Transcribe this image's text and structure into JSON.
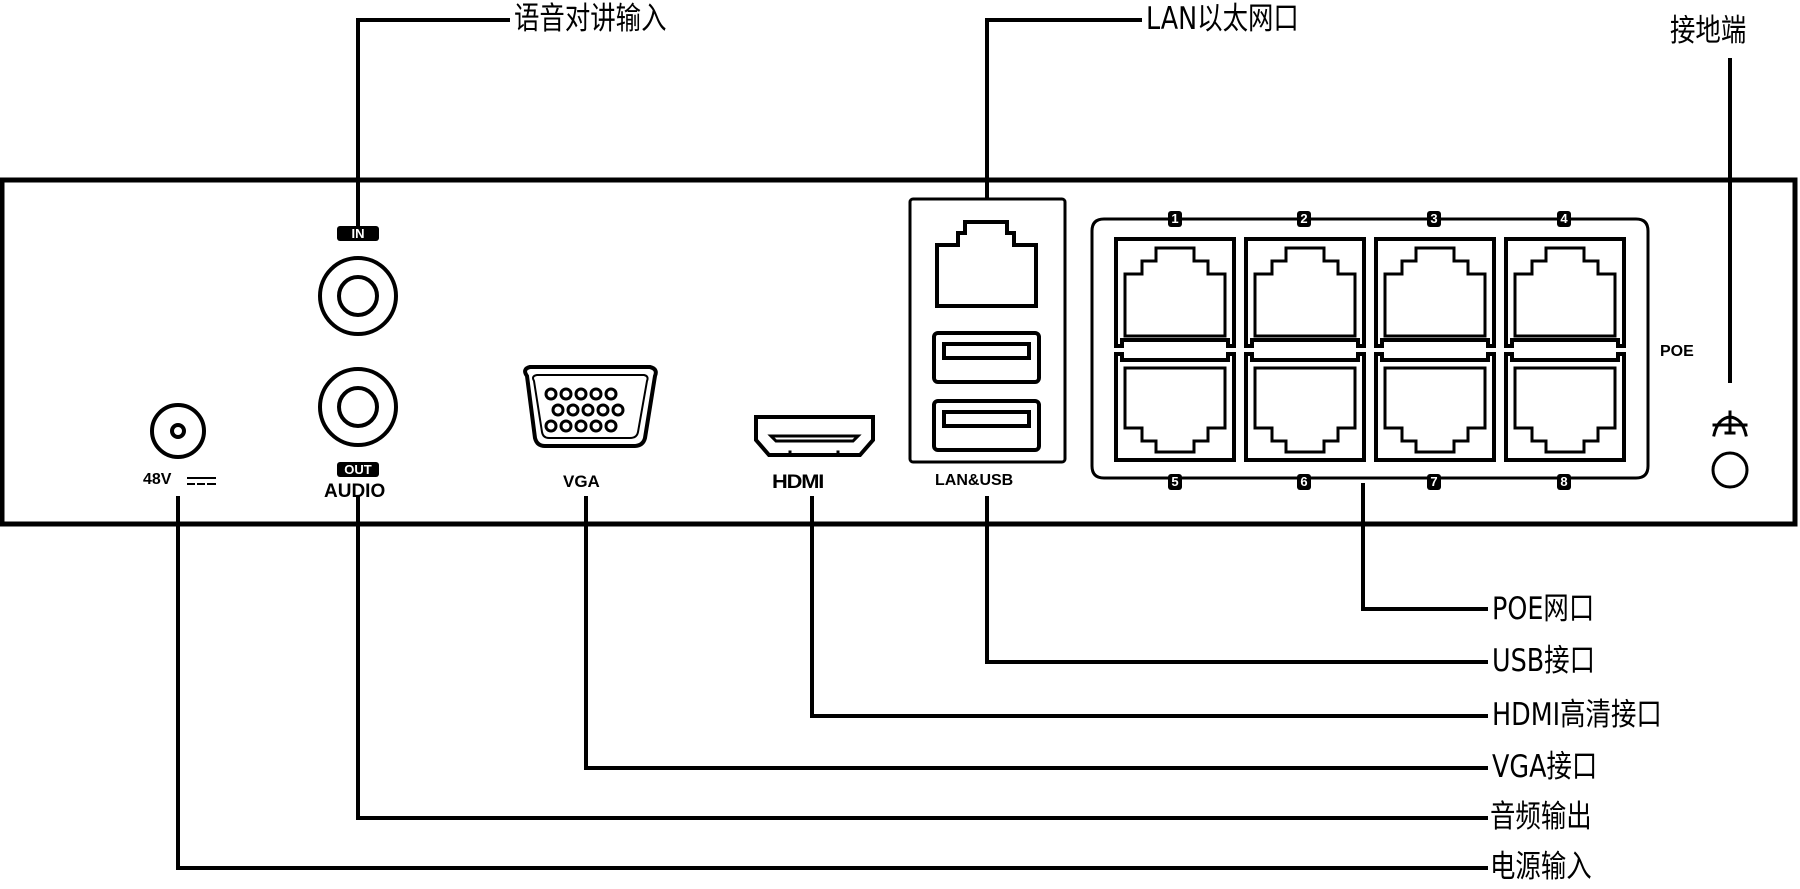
{
  "diagram": {
    "title": "NVR rear panel interface diagram",
    "panel_labels": {
      "power": "48V",
      "audio_in_badge": "IN",
      "audio_out_badge": "OUT",
      "audio": "AUDIO",
      "vga": "VGA",
      "hdmi": "HDMI",
      "lan_usb": "LAN&USB",
      "poe": "POE"
    },
    "poe_port_numbers": {
      "top": [
        "1",
        "2",
        "3",
        "4"
      ],
      "bottom": [
        "5",
        "6",
        "7",
        "8"
      ]
    },
    "callouts": {
      "audio_talk_in": "语音对讲输入",
      "lan_ethernet": "LAN以太网口",
      "ground": "接地端",
      "poe_port": "POE网口",
      "usb_port": "USB接口",
      "hdmi_port": "HDMI高清接口",
      "vga_port": "VGA接口",
      "audio_out": "音频输出",
      "power_in": "电源输入"
    },
    "icons": {
      "dc_symbol": "dc-power-symbol",
      "ground_symbol": "ground-symbol"
    },
    "colors": {
      "line": "#000000",
      "background": "#ffffff"
    }
  }
}
